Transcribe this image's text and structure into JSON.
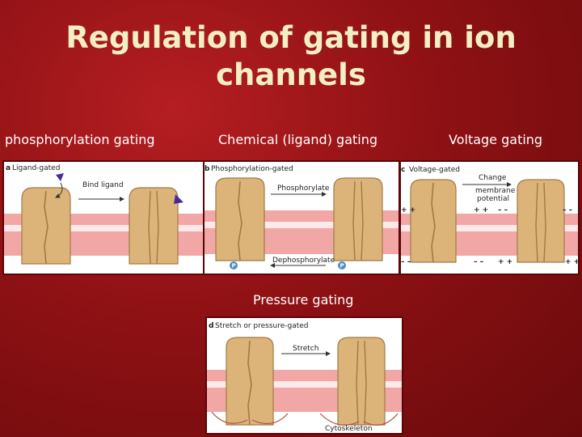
{
  "slide": {
    "title_line1": "Regulation of gating in ion",
    "title_line2": "channels"
  },
  "labels": {
    "phosphorylation": "phosphorylation gating",
    "chemical": "Chemical (ligand) gating",
    "voltage": "Voltage gating",
    "pressure": "Pressure gating"
  },
  "panels": {
    "ligand": {
      "letter": "a",
      "title": "Ligand-gated",
      "arrow_label": "Bind ligand"
    },
    "phosphorylation": {
      "letter": "b",
      "title": "Phosphorylation-gated",
      "top_arrow": "Phosphorylate",
      "bottom_arrow": "Dephosphorylate",
      "badge": "P"
    },
    "voltage": {
      "letter": "c",
      "title": "Voltage-gated",
      "arrow_line1": "Change",
      "arrow_line2": "membrane",
      "arrow_line3": "potential",
      "plus": "+ +",
      "minus": "– –"
    },
    "pressure": {
      "letter": "d",
      "title": "Stretch or pressure-gated",
      "arrow_label": "Stretch",
      "bottom_label": "Cytoskeleton"
    }
  },
  "colors": {
    "background": "#8e1114",
    "title": "#f2efc4",
    "membrane": "#f2a7a7",
    "channel": "#dcb47a",
    "ligand": "#4a2a9a",
    "phosphate": "#4a8ec8"
  }
}
